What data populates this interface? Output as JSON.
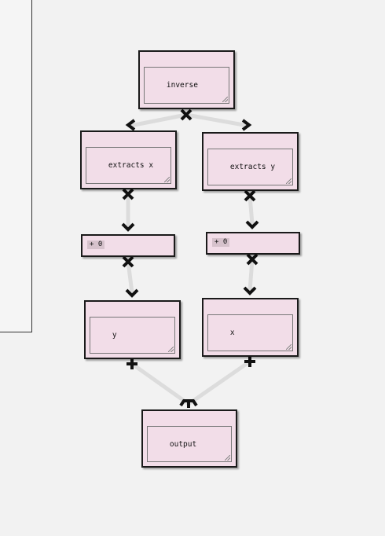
{
  "nodes": {
    "inverse": {
      "label": "inverse"
    },
    "extracts_x": {
      "label": "extracts x"
    },
    "extracts_y": {
      "label": "extracts y"
    },
    "plus_left": {
      "label": "+ 0"
    },
    "plus_right": {
      "label": "+ 0"
    },
    "y": {
      "label": "y"
    },
    "x": {
      "label": "x"
    },
    "output": {
      "label": "output"
    }
  },
  "edges": [
    {
      "from": "inverse",
      "to": "extracts x"
    },
    {
      "from": "inverse",
      "to": "extracts y"
    },
    {
      "from": "extracts x",
      "to": "+ 0"
    },
    {
      "from": "extracts y",
      "to": "+ 0"
    },
    {
      "from": "+ 0",
      "to": "y"
    },
    {
      "from": "+ 0",
      "to": "x"
    },
    {
      "from": "y",
      "to": "output"
    },
    {
      "from": "x",
      "to": "output"
    }
  ],
  "colors": {
    "node_fill": "#f2dde8",
    "link": "#dcdcdc",
    "border": "#1a1a1a"
  }
}
